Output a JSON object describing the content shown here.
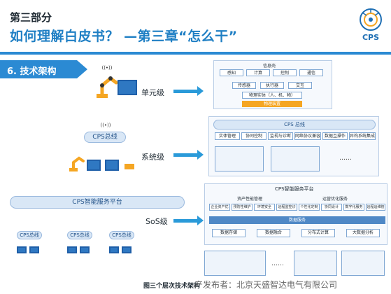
{
  "header": {
    "section": "第三部分",
    "title": "如何理解白皮书？ —第三章“怎么干”",
    "logo_text": "CPS"
  },
  "section_tab": "6. 技术架构",
  "levels": {
    "unit": "单元级",
    "system": "系统级",
    "sos": "SoS级"
  },
  "bus_label": "CPS总线",
  "platform_label": "CPS智能服务平台",
  "unit_panel": {
    "title": "信息壳",
    "top_boxes": [
      "感知",
      "计算",
      "控制",
      "通信"
    ],
    "mid_boxes": [
      "传感器",
      "执行器",
      "交互"
    ],
    "core_box": "物理实体（人、机、物）",
    "bottom_bar": "物理装置"
  },
  "system_panel": {
    "bus_title": "CPS 总线",
    "functions": [
      "实体管理",
      "协同控制",
      "监视与诊断",
      "网络协议兼容",
      "数据互操作",
      "异构系统集成"
    ],
    "ellipsis": "……"
  },
  "sos_panel": {
    "title": "CPS智能服务平台",
    "groups": [
      "资产性能管理",
      "运营优化服务"
    ],
    "services": [
      "企业资产优化",
      "预防性维护",
      "环境安全",
      "远程监控诊断",
      "个性化定制",
      "协同设计",
      "数字化服务",
      "远程运维管理"
    ],
    "data_bar": "数据服务",
    "data_services": [
      "数据存储",
      "数据融合",
      "分布式计算",
      "大数据分析"
    ],
    "ellipsis": "……"
  },
  "caption": "图三个层次技术架构",
  "watermark": "产发布者：北京天盛智达电气有限公司",
  "colors": {
    "primary": "#2b8ad3",
    "title_blue": "#1f7fc4",
    "accent_orange": "#f5a623"
  }
}
